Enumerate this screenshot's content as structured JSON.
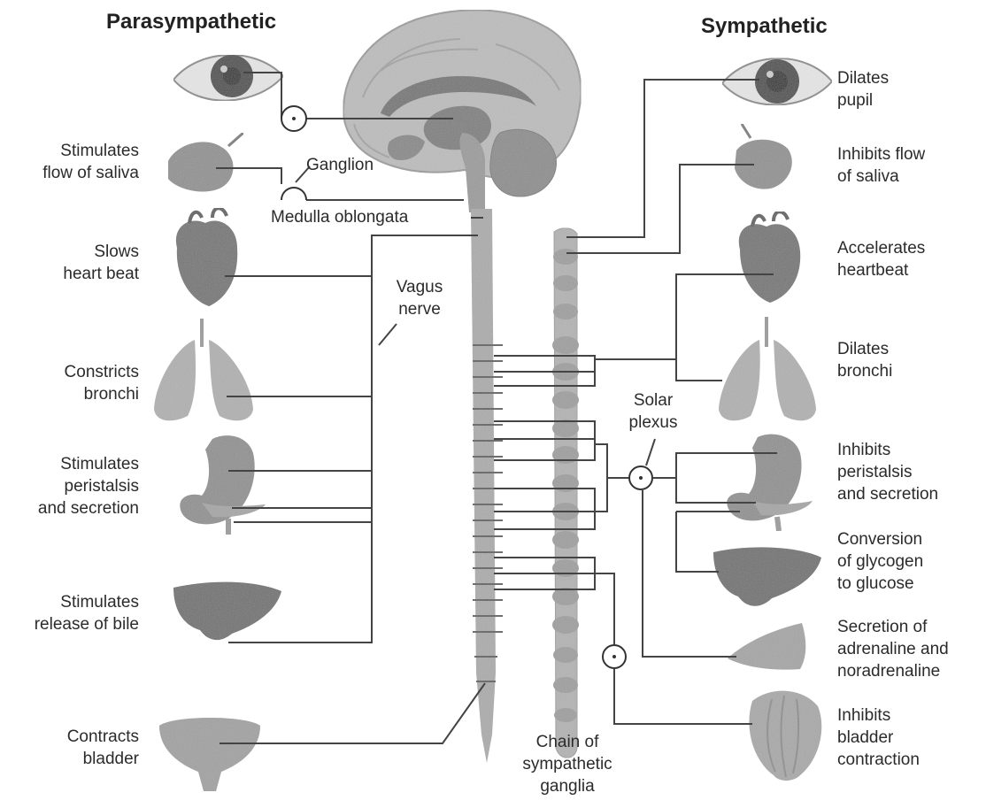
{
  "headings": {
    "left": "Parasympathetic",
    "right": "Sympathetic"
  },
  "parasympathetic_labels": [
    {
      "line1": "Stimulates",
      "line2": "flow of saliva"
    },
    {
      "line1": "Slows",
      "line2": "heart beat"
    },
    {
      "line1": "Constricts",
      "line2": "bronchi"
    },
    {
      "line1": "Stimulates",
      "line2": "peristalsis",
      "line3": "and secretion"
    },
    {
      "line1": "Stimulates",
      "line2": "release of bile"
    },
    {
      "line1": "Contracts",
      "line2": "bladder"
    }
  ],
  "sympathetic_labels": [
    {
      "line1": "Dilates",
      "line2": "pupil"
    },
    {
      "line1": "Inhibits flow",
      "line2": "of saliva"
    },
    {
      "line1": "Accelerates",
      "line2": "heartbeat"
    },
    {
      "line1": "Dilates",
      "line2": "bronchi"
    },
    {
      "line1": "Inhibits",
      "line2": "peristalsis",
      "line3": "and secretion"
    },
    {
      "line1": "Conversion",
      "line2": "of glycogen",
      "line3": "to glucose"
    },
    {
      "line1": "Secretion of",
      "line2": "adrenaline and",
      "line3": "noradrenaline"
    },
    {
      "line1": "Inhibits",
      "line2": "bladder",
      "line3": "contraction"
    }
  ],
  "center_labels": {
    "ganglion": "Ganglion",
    "medulla": "Medulla oblongata",
    "vagus_1": "Vagus",
    "vagus_2": "nerve",
    "solar_1": "Solar",
    "solar_2": "plexus",
    "chain_1": "Chain of",
    "chain_2": "sympathetic",
    "chain_3": "ganglia"
  },
  "colors": {
    "organ_fill": "#8e8e8e",
    "organ_light": "#b8b8b8",
    "nerve_line": "#444444",
    "cord_fill": "#a9a9a9",
    "brain_fill": "#c4c4c4"
  }
}
